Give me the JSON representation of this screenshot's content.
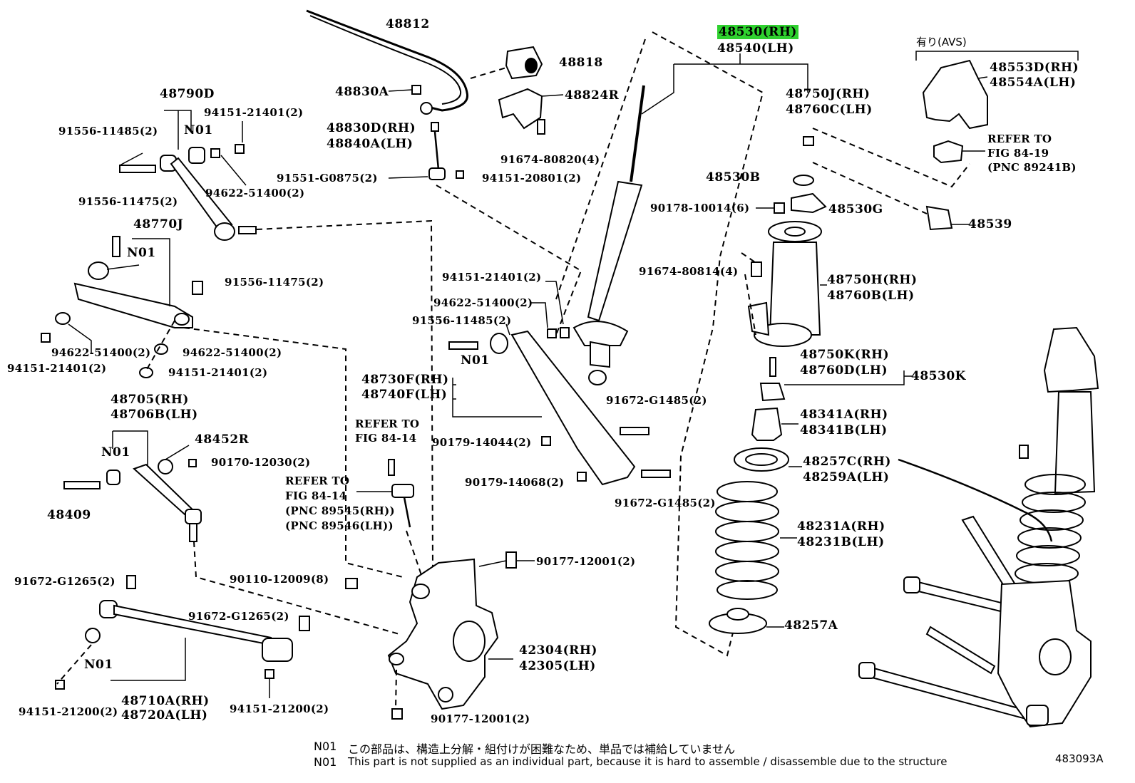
{
  "labels": {
    "p48812": "48812",
    "p48818": "48818",
    "p48830a": "48830A",
    "p48824r": "48824R",
    "p48830d": "48830D(RH)",
    "p48840a": "48840A(LH)",
    "p91674_80820": "91674-80820(4)",
    "p91551_g0875": "91551-G0875(2)",
    "p94151_20801": "94151-20801(2)",
    "p48790d": "48790D",
    "p94151_21401_a": "94151-21401(2)",
    "p91556_11485_a": "91556-11485(2)",
    "n01_a": "N01",
    "p94622_51400_a": "94622-51400(2)",
    "p91556_11475_a": "91556-11475(2)",
    "p48770j": "48770J",
    "n01_b": "N01",
    "p91556_11475_b": "91556-11475(2)",
    "p94622_51400_b": "94622-51400(2)",
    "p94622_51400_c": "94622-51400(2)",
    "p94151_21401_b": "94151-21401(2)",
    "p94151_21401_c": "94151-21401(2)",
    "p48705": "48705(RH)",
    "p48706b": "48706B(LH)",
    "p48452r": "48452R",
    "n01_c": "N01",
    "p90170_12030": "90170-12030(2)",
    "p48409": "48409",
    "p91672_g1265_a": "91672-G1265(2)",
    "p90110_12009": "90110-12009(8)",
    "p91672_g1265_b": "91672-G1265(2)",
    "n01_d": "N01",
    "p48710a": "48710A(RH)",
    "p48720a": "48720A(LH)",
    "p94151_21200_a": "94151-21200(2)",
    "p94151_21200_b": "94151-21200(2)",
    "refer1_a": "REFER TO",
    "refer1_b": "FIG 84-14",
    "refer2_a": "REFER TO",
    "refer2_b": "FIG 84-14",
    "refer2_c": "(PNC 89545(RH))",
    "refer2_d": "(PNC 89546(LH))",
    "p94151_21401_d": "94151-21401(2)",
    "p94622_51400_d": "94622-51400(2)",
    "p91556_11485_b": "91556-11485(2)",
    "n01_e": "N01",
    "p48730f": "48730F(RH)",
    "p48740f": "48740F(LH)",
    "p90179_14044": "90179-14044(2)",
    "p90179_14068": "90179-14068(2)",
    "p91672_g1485_a": "91672-G1485(2)",
    "p91672_g1485_b": "91672-G1485(2)",
    "p90177_12001_a": "90177-12001(2)",
    "p90177_12001_b": "90177-12001(2)",
    "p42304": "42304(RH)",
    "p42305": "42305(LH)",
    "p48530": "48530(RH)",
    "p48540": "48540(LH)",
    "p48750j": "48750J(RH)",
    "p48760c": "48760C(LH)",
    "p48530b": "48530B",
    "p90178_10014": "90178-10014(6)",
    "p48530g": "48530G",
    "p48539": "48539",
    "p91674_80814": "91674-80814(4)",
    "p48750h": "48750H(RH)",
    "p48760b": "48760B(LH)",
    "p48750k": "48750K(RH)",
    "p48760d": "48760D(LH)",
    "p48530k": "48530K",
    "p48341a": "48341A(RH)",
    "p48341b": "48341B(LH)",
    "p48257c": "48257C(RH)",
    "p48259a": "48259A(LH)",
    "p48231a": "48231A(RH)",
    "p48231b": "48231B(LH)",
    "p48257a": "48257A",
    "avs": "有り(AVS)",
    "p48553d": "48553D(RH)",
    "p48554a": "48554A(LH)",
    "refer3_a": "REFER TO",
    "refer3_b": "FIG 84-19",
    "refer3_c": "(PNC 89241B)",
    "figure_code": "483093A"
  },
  "notes": {
    "code1": "N01",
    "text1": "この部品は、構造上分解・組付けが困難なため、単品では補給していません",
    "code2": "N01",
    "text2": "This part is not supplied as an individual part, because it is hard to assemble / disassemble due to the structure"
  },
  "colors": {
    "highlight": "#2fd12f",
    "ink": "#000000",
    "paper": "#ffffff"
  }
}
